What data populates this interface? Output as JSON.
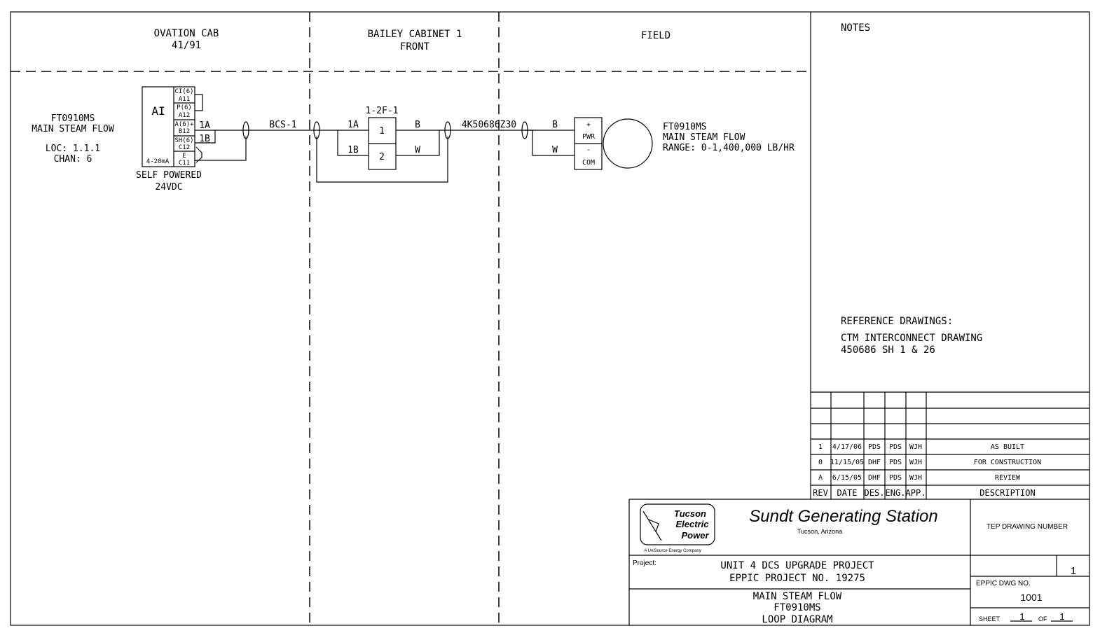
{
  "headers": {
    "ovation": [
      "OVATION CAB",
      "41/91"
    ],
    "bailey": [
      "BAILEY CABINET 1",
      "FRONT"
    ],
    "field": "FIELD",
    "notes": "NOTES"
  },
  "left_tag": {
    "tag": "FT0910MS",
    "desc": "MAIN STEAM FLOW",
    "loc": "LOC: 1.1.1",
    "chan": "CHAN: 6"
  },
  "ai_module": {
    "label": "AI",
    "signal": "4-20mA",
    "terminals": [
      [
        "CI(6)",
        "A11"
      ],
      [
        "P(6)",
        "A12"
      ],
      [
        "A(6)+",
        "B12"
      ],
      [
        "SH(6)",
        "C12"
      ],
      [
        "E",
        "C11"
      ]
    ],
    "power": [
      "SELF POWERED",
      "24VDC"
    ]
  },
  "wires": {
    "w1a": "1A",
    "w1b": "1B",
    "cable1": "BCS-1",
    "tb_name": "1-2F-1",
    "tb1": "1",
    "tb2": "2",
    "b": "B",
    "w": "W",
    "cable2": "4K50686Z30"
  },
  "field_device": {
    "plus": "+",
    "pwr": "PWR",
    "minus": "-",
    "com": "COM",
    "tag": "FT0910MS",
    "desc": "MAIN STEAM FLOW",
    "range": "RANGE: 0-1,400,000 LB/HR"
  },
  "reference": {
    "title": "REFERENCE DRAWINGS:",
    "lines": [
      "CTM INTERCONNECT DRAWING",
      "450686 SH 1 & 26"
    ]
  },
  "revisions": {
    "header": [
      "REV",
      "DATE",
      "DES.",
      "ENG.",
      "APP.",
      "DESCRIPTION"
    ],
    "rows": [
      [
        "1",
        "4/17/06",
        "PDS",
        "PDS",
        "WJH",
        "AS BUILT"
      ],
      [
        "0",
        "11/15/05",
        "DHF",
        "PDS",
        "WJH",
        "FOR CONSTRUCTION"
      ],
      [
        "A",
        "6/15/05",
        "DHF",
        "PDS",
        "WJH",
        "REVIEW"
      ]
    ]
  },
  "title_block": {
    "logo": [
      "Tucson",
      "Electric",
      "Power",
      "A UniSource Energy Company"
    ],
    "station": "Sundt Generating Station",
    "location": "Tucson, Arizona",
    "project_label": "Project:",
    "project": [
      "UNIT 4 DCS UPGRADE PROJECT",
      "EPPIC PROJECT NO. 19275"
    ],
    "drawing_title": [
      "MAIN STEAM FLOW",
      "FT0910MS",
      "LOOP DIAGRAM"
    ],
    "tep_label": "TEP DRAWING NUMBER",
    "rev_value": "1",
    "eppic_label": "EPPIC DWG NO.",
    "eppic_no": "1001",
    "sheet_label": "SHEET",
    "sheet_no": "1",
    "of_label": "OF",
    "sheet_total": "1"
  }
}
